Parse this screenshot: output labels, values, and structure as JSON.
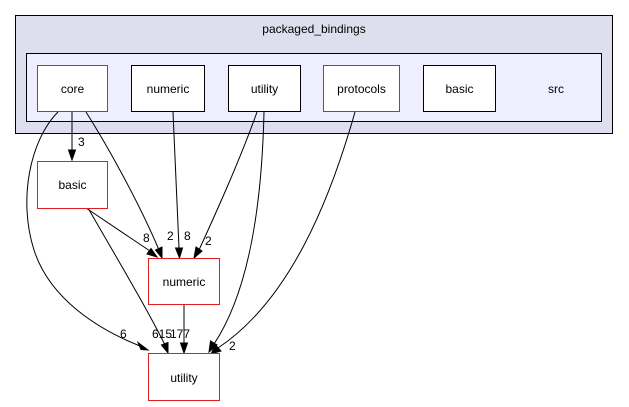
{
  "colors": {
    "outer_cluster_fill": "#dedeee",
    "inner_cluster_fill": "#eeeeff",
    "node_fill": "#ffffff",
    "node_border_red": "#e02020",
    "node_border_black": "#000000",
    "edge": "#000000"
  },
  "clusters": {
    "outer_label": "packaged_bindings",
    "inner_label": "src"
  },
  "nodes": {
    "core_label": "core",
    "numeric_in_label": "numeric",
    "utility_in_label": "utility",
    "protocols_label": "protocols",
    "basic_in_label": "basic",
    "basic_label": "basic",
    "numeric_label": "numeric",
    "utility_label": "utility"
  },
  "edges": {
    "core_basic": "3",
    "core_numeric": "2",
    "core_utility": "6",
    "numeric_in_numeric": "8",
    "utility_in_numeric": "2",
    "utility_in_utility": "",
    "protocols_utility": "2",
    "basic_numeric": "8",
    "basic_utility": "615",
    "numeric_utility": "177"
  }
}
